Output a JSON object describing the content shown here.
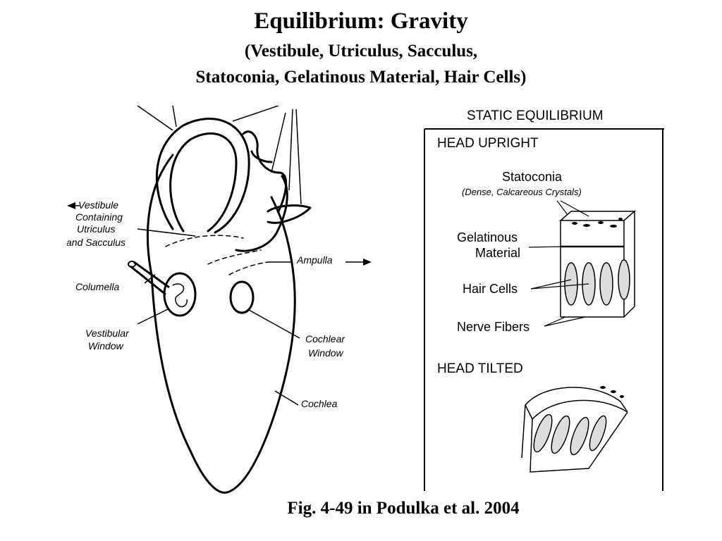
{
  "title": {
    "main": "Equilibrium: Gravity",
    "line2": "(Vestibule, Utriculus, Sacculus,",
    "line3": "Statoconia, Gelatinous Material, Hair Cells)"
  },
  "left_diagram": {
    "labels": {
      "vestibule_1": "Vestibule",
      "vestibule_2": "Containing",
      "vestibule_3": "Utriculus",
      "vestibule_4": "and Sacculus",
      "ampulla": "Ampulla",
      "columella": "Columella",
      "vestibular_window_1": "Vestibular",
      "vestibular_window_2": "Window",
      "cochlear_window_1": "Cochlear",
      "cochlear_window_2": "Window",
      "cochlea": "Cochlea"
    }
  },
  "right_diagram": {
    "heading": "STATIC EQUILIBRIUM",
    "head_upright": "HEAD UPRIGHT",
    "statoconia": "Statoconia",
    "statoconia_desc": "(Dense, Calcareous Crystals)",
    "gelatinous_1": "Gelatinous",
    "gelatinous_2": "Material",
    "hair_cells": "Hair Cells",
    "nerve_fibers": "Nerve Fibers",
    "head_tilted": "HEAD TILTED"
  },
  "caption": "Fig. 4-49 in Podulka et al. 2004"
}
